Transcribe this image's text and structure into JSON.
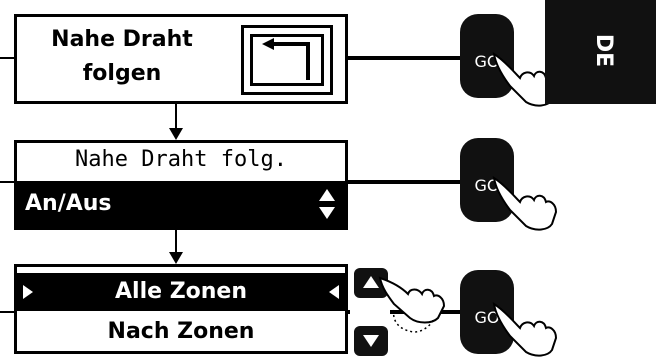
{
  "screen1": {
    "title_line1": "Nahe Draht",
    "title_line2": "folgen",
    "icon": "return-arrow-icon"
  },
  "screen2": {
    "header": "Nahe Draht folg.",
    "option": "An/Aus",
    "icon": "up-down-arrows-icon"
  },
  "screen3": {
    "items": [
      "Alle Zonen",
      "Nach Zonen"
    ],
    "selected_index": 0
  },
  "buttons": {
    "go_label": "GO"
  },
  "language_tab": {
    "label": "DE"
  },
  "colors": {
    "lcd_background": "#000000",
    "lcd_text": "#ffffff",
    "go_button": "#111111"
  }
}
